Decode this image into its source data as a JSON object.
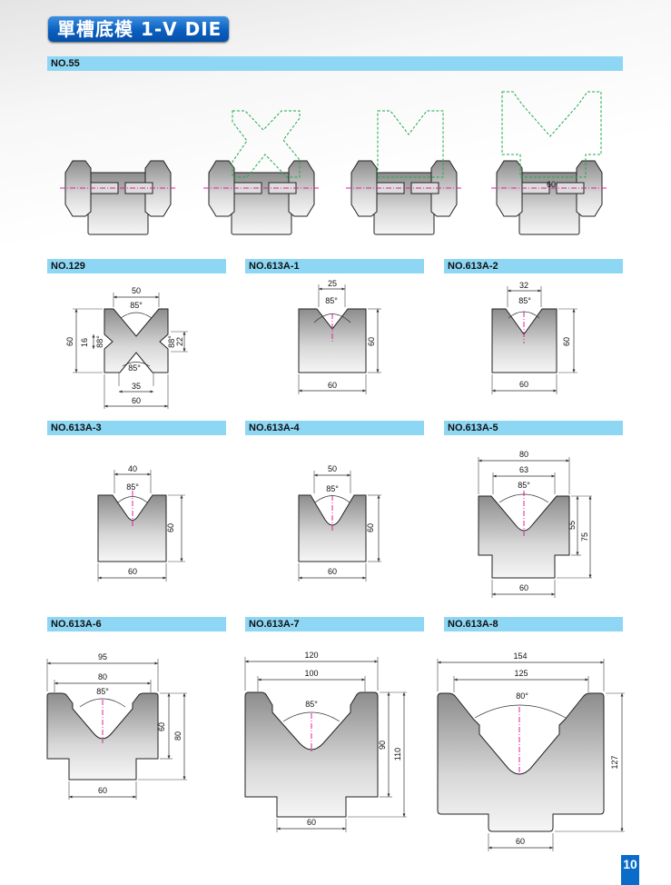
{
  "header": {
    "title": "單槽底模 1-V DIE"
  },
  "page_number": "10",
  "dies": [
    {
      "label": "NO.55",
      "dims": {
        "width": "60"
      }
    },
    {
      "label": "NO.129",
      "dims": {
        "top_opening": "50",
        "top_angle": "85°",
        "height": "60",
        "left_notch": "16",
        "left_angle": "88°",
        "right_angle": "88°",
        "right_notch": "22",
        "bottom_angle": "85°",
        "bottom_opening": "35",
        "width": "60"
      }
    },
    {
      "label": "NO.613A-1",
      "dims": {
        "opening": "25",
        "angle": "85°",
        "height": "60",
        "width": "60"
      }
    },
    {
      "label": "NO.613A-2",
      "dims": {
        "opening": "32",
        "angle": "85°",
        "height": "60",
        "width": "60"
      }
    },
    {
      "label": "NO.613A-3",
      "dims": {
        "opening": "40",
        "angle": "85°",
        "height": "60",
        "width": "60"
      }
    },
    {
      "label": "NO.613A-4",
      "dims": {
        "opening": "50",
        "angle": "85°",
        "height": "60",
        "width": "60"
      }
    },
    {
      "label": "NO.613A-5",
      "dims": {
        "overall": "80",
        "opening": "63",
        "angle": "85°",
        "body_height": "55",
        "height": "75",
        "tang": "60"
      }
    },
    {
      "label": "NO.613A-6",
      "dims": {
        "overall": "95",
        "opening": "80",
        "angle": "85°",
        "body_height": "60",
        "height": "80",
        "tang": "60"
      }
    },
    {
      "label": "NO.613A-7",
      "dims": {
        "overall": "120",
        "opening": "100",
        "angle": "85°",
        "body_height": "90",
        "height": "110",
        "tang": "60"
      }
    },
    {
      "label": "NO.613A-8",
      "dims": {
        "overall": "154",
        "opening": "125",
        "angle": "80°",
        "height": "127",
        "tang": "60"
      }
    }
  ]
}
